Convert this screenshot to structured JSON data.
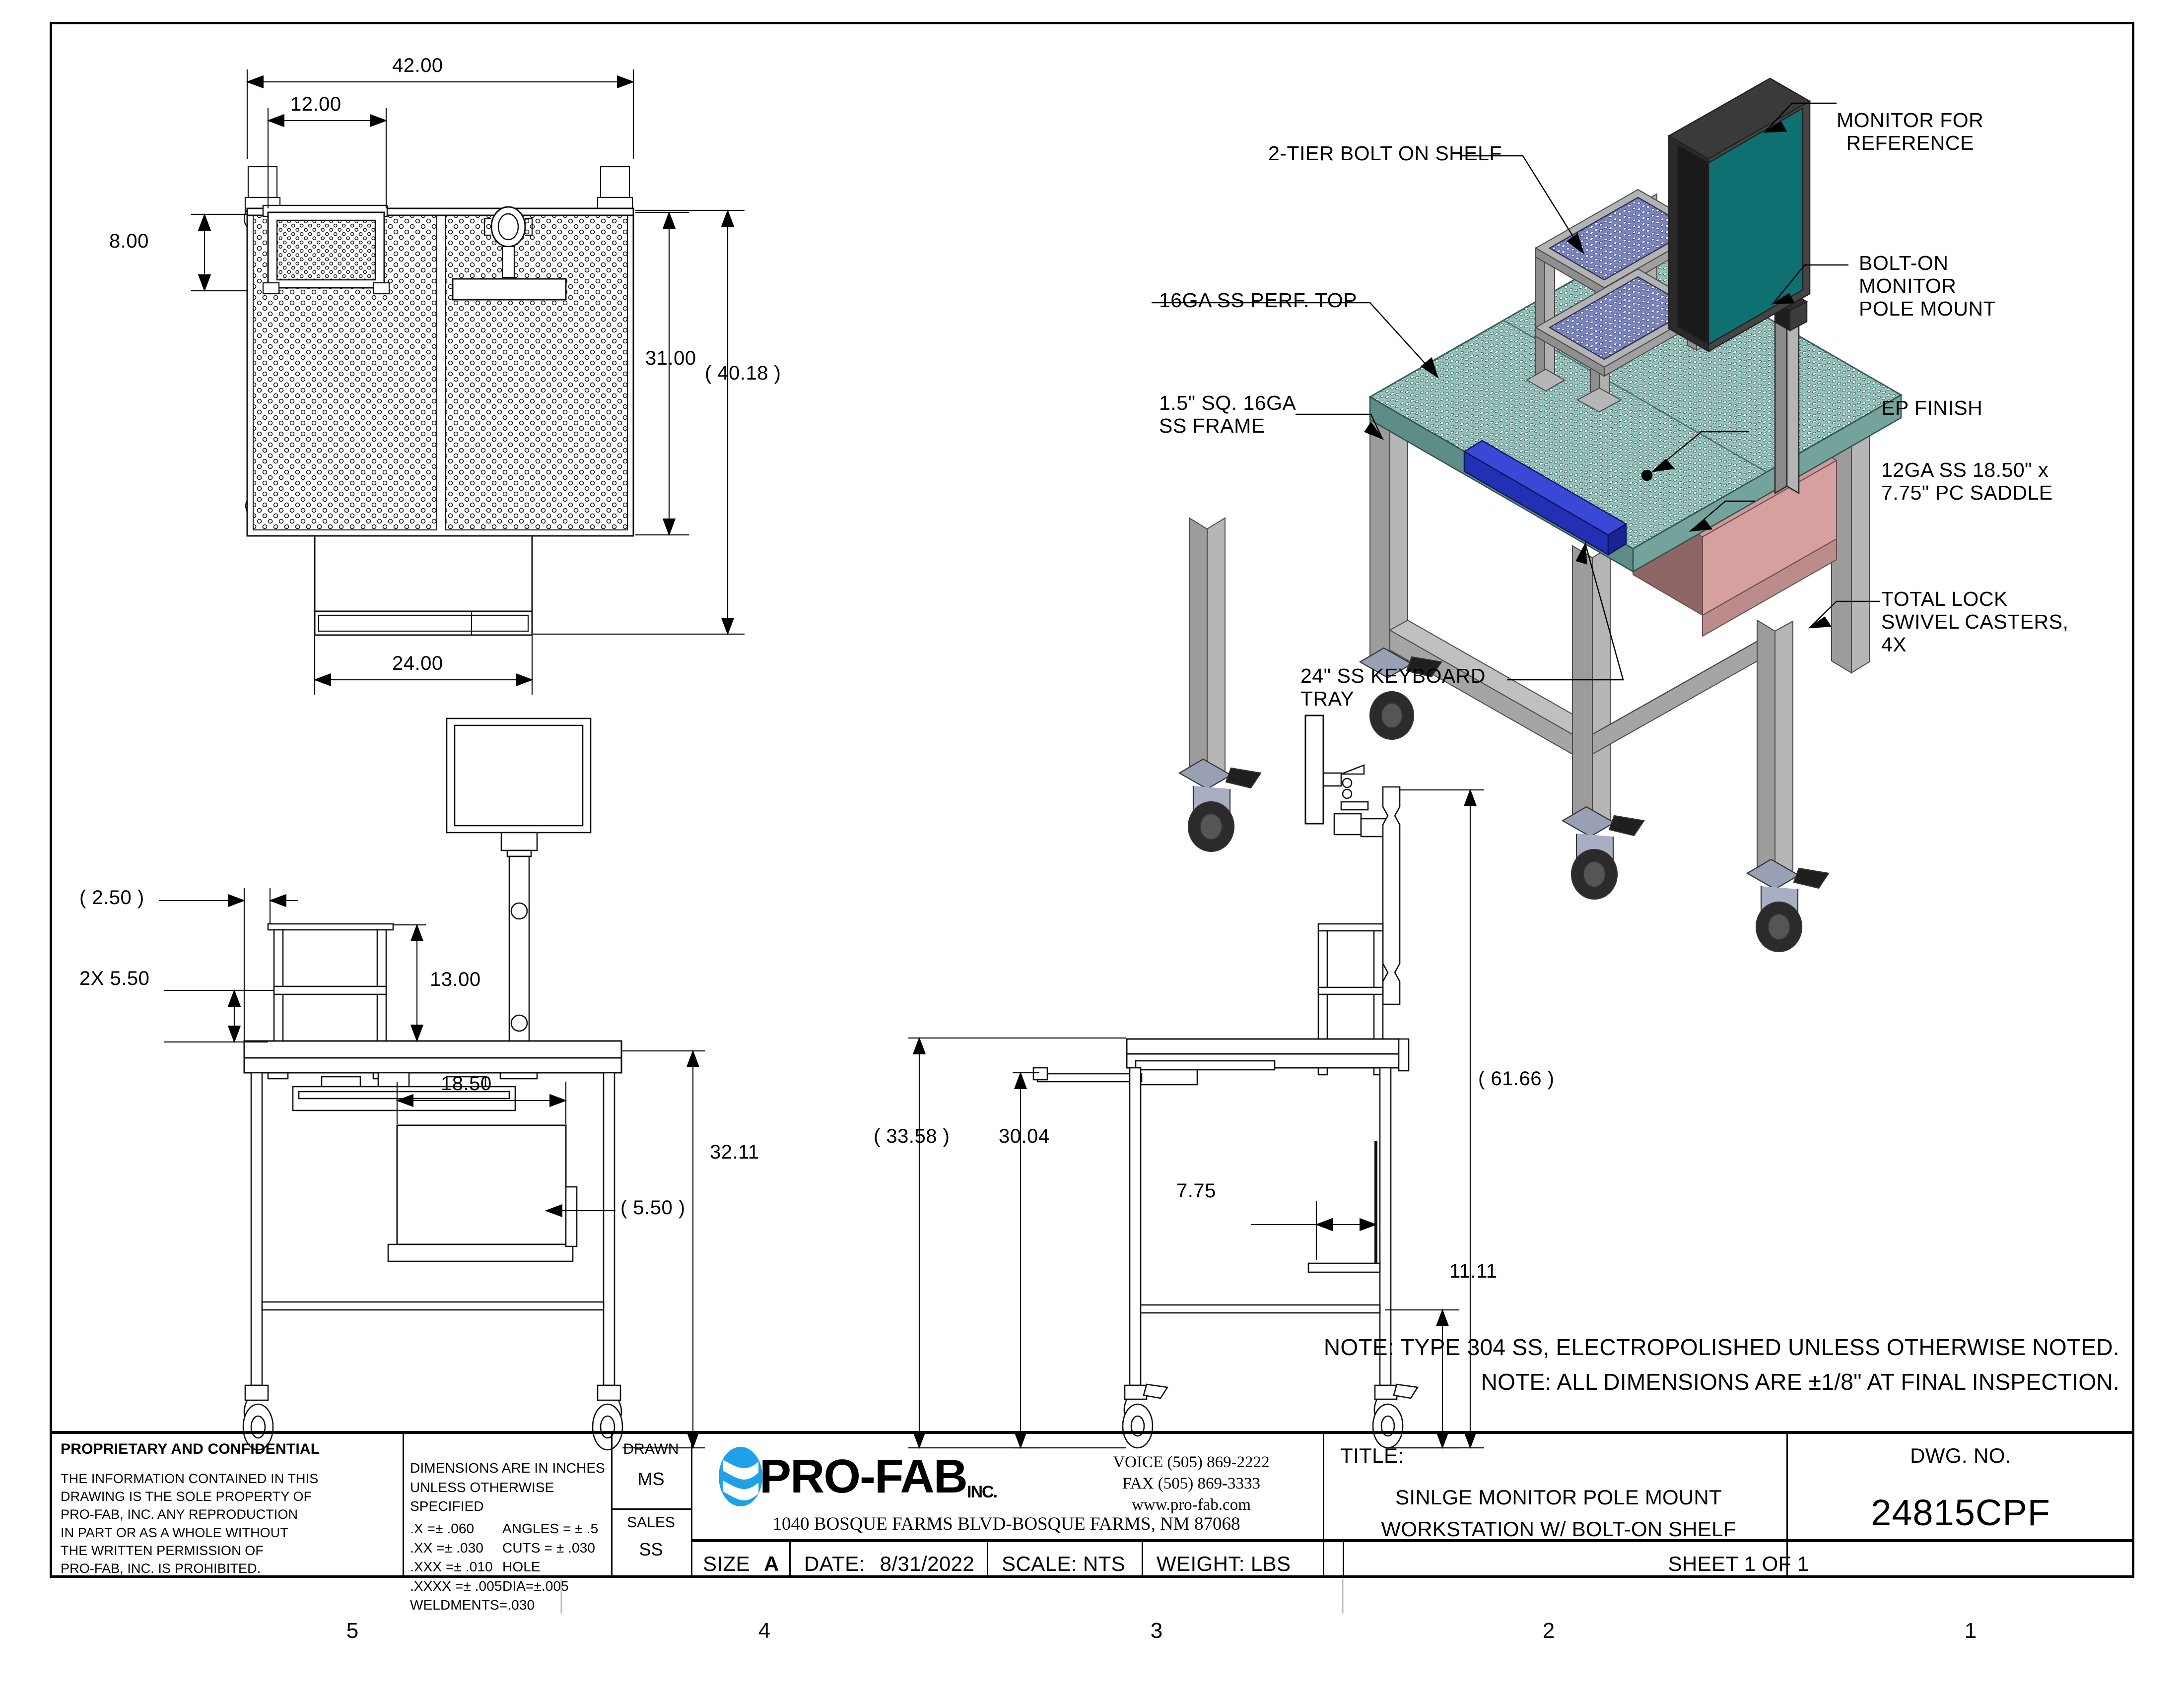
{
  "drawing": {
    "notes": [
      "NOTE: TYPE 304 SS, ELECTROPOLISHED UNLESS OTHERWISE NOTED.",
      "NOTE: ALL DIMENSIONS ARE ±1/8\" AT FINAL INSPECTION."
    ],
    "zones": [
      "5",
      "4",
      "3",
      "2",
      "1"
    ]
  },
  "top_view": {
    "dims": {
      "overall_width": "42.00",
      "shelf_width": "12.00",
      "shelf_depth": "8.00",
      "depth": "31.00",
      "overall_depth_ref": "( 40.18 )",
      "saddle_width": "24.00"
    }
  },
  "iso_view": {
    "callouts": [
      {
        "id": "shelf",
        "text": "2-TIER BOLT ON SHELF"
      },
      {
        "id": "monitor",
        "text": "MONITOR FOR\nREFERENCE"
      },
      {
        "id": "perf_top",
        "text": "16GA SS PERF. TOP"
      },
      {
        "id": "pole_mount",
        "text": "BOLT-ON\nMONITOR\nPOLE MOUNT"
      },
      {
        "id": "frame",
        "text": "1.5\" SQ. 16GA\nSS FRAME"
      },
      {
        "id": "ep_finish",
        "text": "EP FINISH"
      },
      {
        "id": "saddle",
        "text": "12GA SS 18.50\" x\n7.75\" PC SADDLE"
      },
      {
        "id": "casters",
        "text": "TOTAL LOCK\nSWIVEL CASTERS,\n4X"
      },
      {
        "id": "keyboard",
        "text": "24\" SS KEYBOARD\nTRAY"
      }
    ],
    "colors": {
      "perf_top": "#8FC4BC",
      "perf_top_edge": "#5E8C86",
      "frame": "#9C9C9C",
      "frame_dark": "#7A7A7A",
      "shelf_panel": "#7C85C4",
      "keyboard_tray": "#2430B4",
      "saddle": "#D6A0A0",
      "saddle_dark": "#9E6E6E",
      "monitor_bezel": "#3A3A3A",
      "monitor_screen": "#0E7070",
      "caster": "#8E93A8"
    }
  },
  "front_view": {
    "dims": {
      "shelf_offset_ref": "( 2.50 )",
      "shelf_tier": "2X 5.50",
      "shelf_height": "13.00",
      "saddle_width": "18.50",
      "saddle_depth_ref": "( 5.50 )",
      "overall_height": "32.11"
    }
  },
  "side_view": {
    "dims": {
      "keyboard_height_ref": "( 33.58 )",
      "work_height": "30.04",
      "saddle_depth": "7.75",
      "total_height_ref": "( 61.66 )",
      "lower_shelf": "11.11"
    }
  },
  "title_block": {
    "proprietary_heading": "PROPRIETARY AND CONFIDENTIAL",
    "proprietary_body": "THE INFORMATION CONTAINED IN THIS\nDRAWING IS THE SOLE PROPERTY OF\nPRO-FAB, INC.  ANY REPRODUCTION\nIN PART OR AS A WHOLE WITHOUT\nTHE WRITTEN PERMISSION OF\nPRO-FAB, INC. IS PROHIBITED.",
    "tolerance_lines": [
      "DIMENSIONS ARE IN INCHES",
      "UNLESS OTHERWISE SPECIFIED"
    ],
    "tolerance_table": [
      {
        "left": ".X =± .060",
        "right": "ANGLES = ± .5"
      },
      {
        "left": ".XX =± .030",
        "right": "CUTS = ± .030"
      },
      {
        "left": ".XXX =± .010",
        "right": "HOLE DIA=±.005"
      },
      {
        "left": ".XXXX =± .005",
        "right": ""
      },
      {
        "left": "WELDMENTS=.030",
        "right": ""
      }
    ],
    "drawn_label": "DRAWN",
    "drawn_value": "MS",
    "sales_label": "SALES",
    "sales_value": "SS",
    "company_name": "PRO-FAB",
    "company_suffix": "INC.",
    "contact": [
      "VOICE (505) 869-2222",
      "FAX (505) 869-3333",
      "www.pro-fab.com"
    ],
    "address": "1040 BOSQUE FARMS BLVD-BOSQUE FARMS, NM 87068",
    "title_label": "TITLE:",
    "title_lines": [
      "SINLGE MONITOR POLE MOUNT",
      "WORKSTATION W/ BOLT-ON SHELF"
    ],
    "dwg_no_label": "DWG.  NO.",
    "dwg_no_value": "24815CPF",
    "size_label": "SIZE",
    "size_value": "A",
    "date_label": "DATE:",
    "date_value": "8/31/2022",
    "scale": "SCALE: NTS",
    "weight": "WEIGHT:  LBS",
    "sheet": "SHEET 1 OF 1",
    "brand_color": "#1EA1E8"
  }
}
